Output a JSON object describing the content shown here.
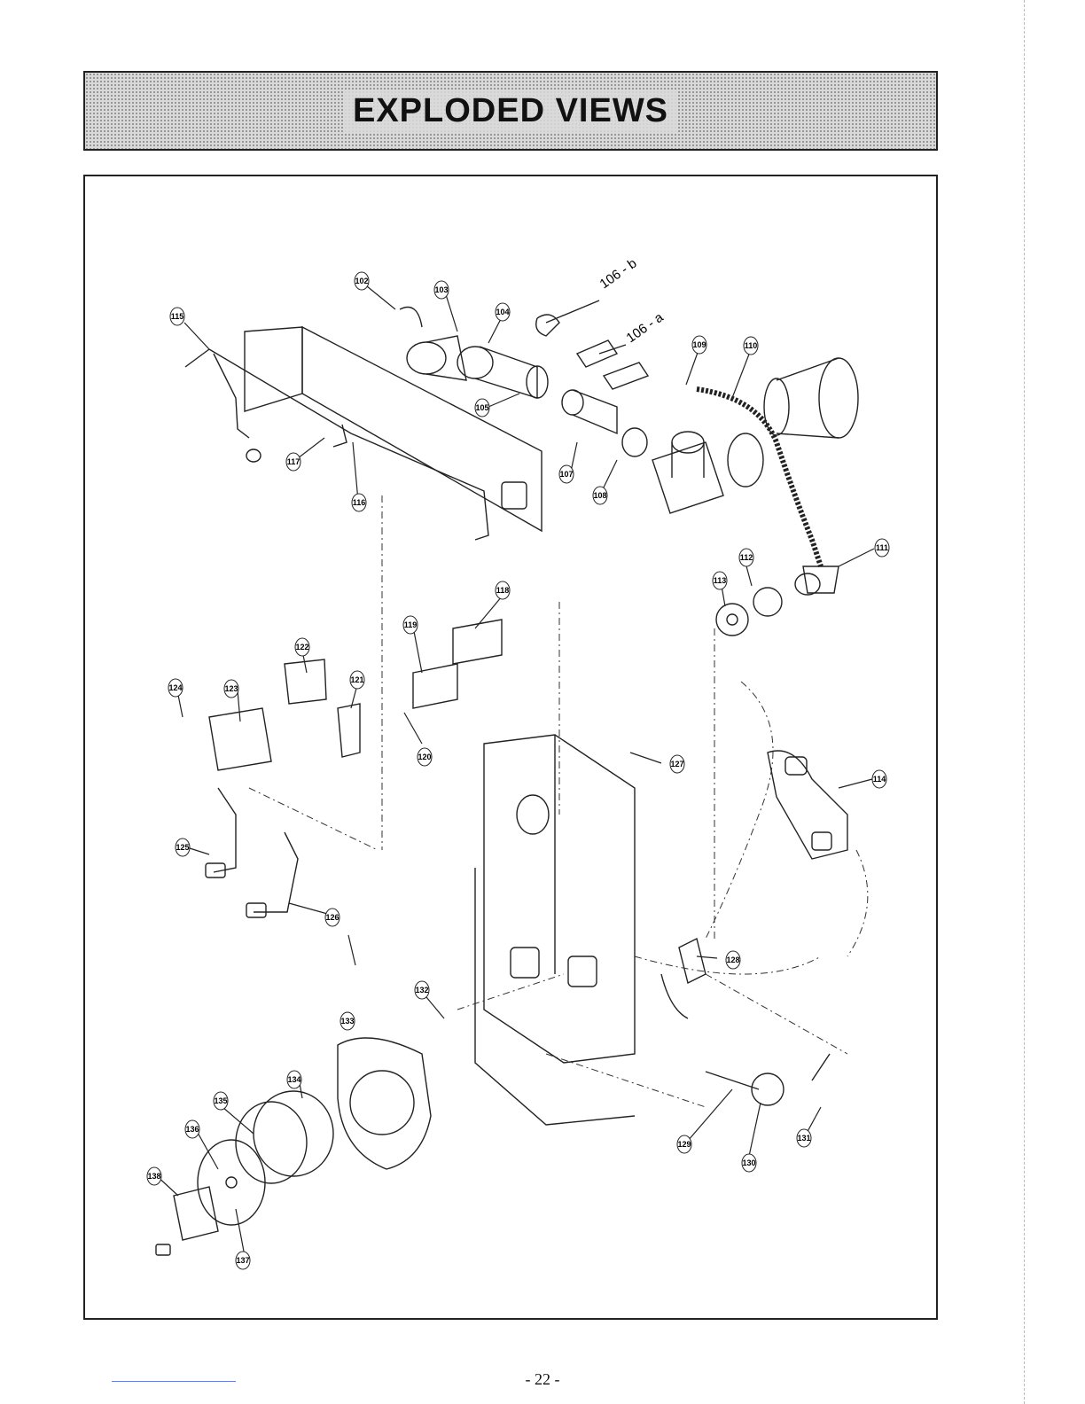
{
  "header": {
    "title": "EXPLODED VIEWS"
  },
  "diagram": {
    "callouts": {
      "c102": "102",
      "c103": "103",
      "c104": "104",
      "c105": "105",
      "c107": "107",
      "c108": "108",
      "c109": "109",
      "c110": "110",
      "c111": "111",
      "c112": "112",
      "c113": "113",
      "c114": "114",
      "c115": "115",
      "c116": "116",
      "c117": "117",
      "c118": "118",
      "c119": "119",
      "c120": "120",
      "c121": "121",
      "c122": "122",
      "c123": "123",
      "c124": "124",
      "c125": "125",
      "c126": "126",
      "c127": "127",
      "c128": "128",
      "c129": "129",
      "c130": "130",
      "c131": "131",
      "c132": "132",
      "c133": "133",
      "c134": "134",
      "c135": "135",
      "c136": "136",
      "c137": "137",
      "c138": "138"
    },
    "ref_labels": {
      "r106a": "106 - a",
      "r106b": "106 - b"
    }
  },
  "footer": {
    "page_number": "- 22 -"
  }
}
